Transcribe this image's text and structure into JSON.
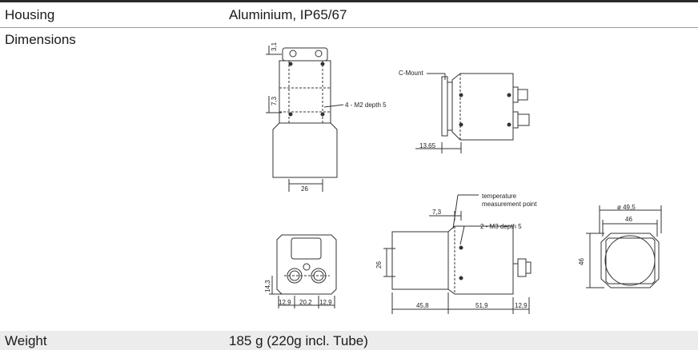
{
  "housing": {
    "label": "Housing",
    "value": "Aluminium, IP65/67"
  },
  "dimensions": {
    "label": "Dimensions",
    "callouts": {
      "c_mount": "C-Mount",
      "m2_holes": "4 - M2 depth 5",
      "temp_point_line1": "temperature",
      "temp_point_line2": "measurement point",
      "m3_holes": "2 - M3 depth 5"
    },
    "dims": {
      "top_3_1": "3,1",
      "top_7_3": "7,3",
      "front_width_26": "26",
      "c_mount_13_65": "13,65",
      "side_7_3": "7,3",
      "side_height_26": "26",
      "side_45_8": "45,8",
      "side_51_9": "51,9",
      "side_12_9": "12,9",
      "back_14_3": "14,3",
      "back_12_9_left": "12,9",
      "back_20_2": "20,2",
      "back_12_9_right": "12,9",
      "round_diameter": "ø 49,5",
      "round_width_46": "46",
      "round_height_46": "46"
    }
  },
  "weight": {
    "label": "Weight",
    "value": "185 g (220g incl. Tube)"
  }
}
